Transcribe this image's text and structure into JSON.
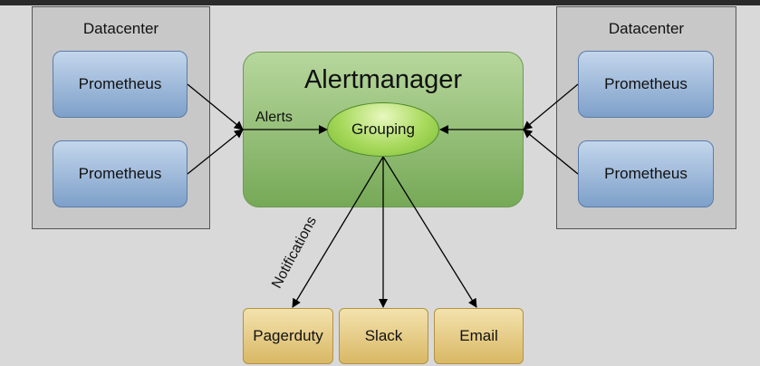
{
  "diagram": {
    "left_datacenter": {
      "title": "Datacenter",
      "nodes": [
        "Prometheus",
        "Prometheus"
      ]
    },
    "right_datacenter": {
      "title": "Datacenter",
      "nodes": [
        "Prometheus",
        "Prometheus"
      ]
    },
    "alertmanager": {
      "title": "Alertmanager",
      "grouping": "Grouping"
    },
    "edge_labels": {
      "alerts": "Alerts",
      "notifications": "Notifications"
    },
    "receivers": [
      "Pagerduty",
      "Slack",
      "Email"
    ]
  }
}
